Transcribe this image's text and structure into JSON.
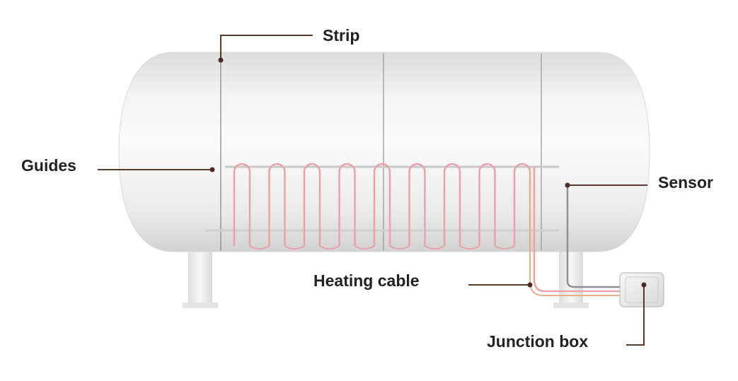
{
  "labels": {
    "strip": "Strip",
    "guides": "Guides",
    "sensor": "Sensor",
    "heating_cable": "Heating cable",
    "junction_box": "Junction box"
  },
  "heating_loop_count": 9,
  "colors": {
    "label_text": "#222222",
    "leader_line": "#5a3a2a",
    "heating_cable": "#e9a2aa",
    "tank_highlight": "#fbfbfb",
    "tank_shadow": "#d6d6d6"
  }
}
